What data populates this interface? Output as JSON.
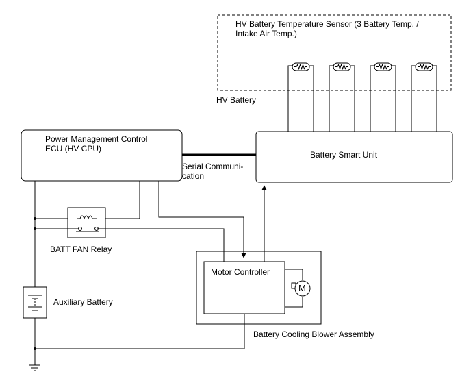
{
  "labels": {
    "temp_sensor": "HV Battery Temperature Sensor (3 Battery Temp. /\nIntake Air Temp.)",
    "hv_battery": "HV Battery",
    "ecu": "Power Management Control\nECU (HV CPU)",
    "battery_smart_unit": "Battery Smart Unit",
    "serial_comm": "Serial Communi-\ncation",
    "batt_fan_relay": "BATT FAN Relay",
    "motor_controller": "Motor Controller",
    "auxiliary_battery": "Auxiliary Battery",
    "blower_assembly": "Battery Cooling Blower Assembly",
    "motor_symbol": "M"
  },
  "thermistor_count": 4
}
